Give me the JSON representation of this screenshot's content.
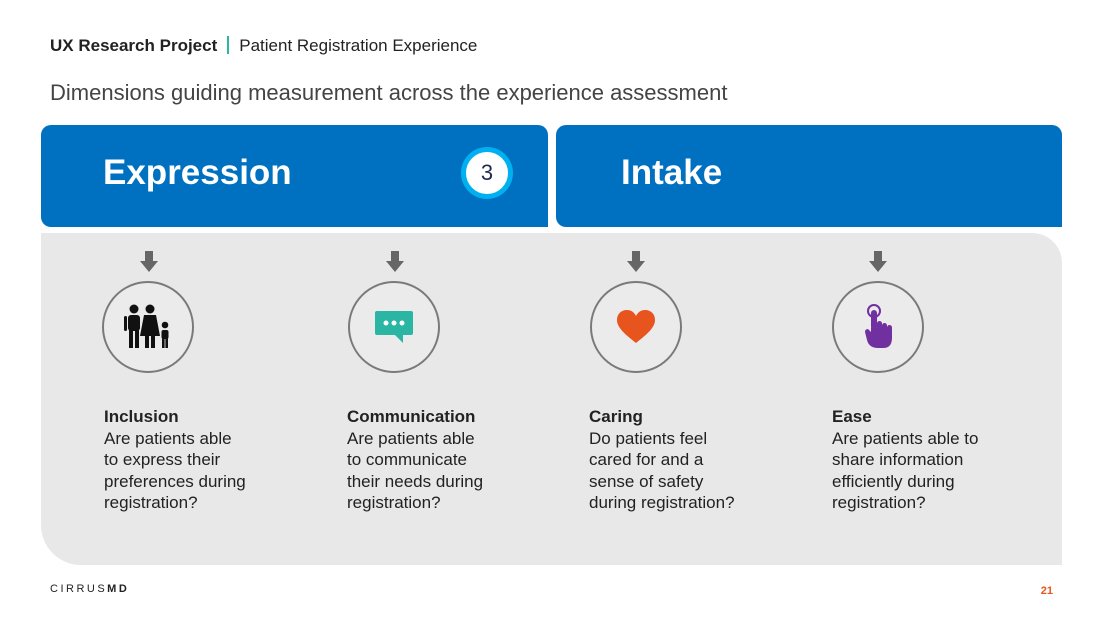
{
  "header": {
    "project": "UX Research Project",
    "separator_color": "#2bb6a3",
    "topic": "Patient Registration Experience"
  },
  "subtitle": "Dimensions guiding measurement across the experience assessment",
  "banners": {
    "left_title": "Expression",
    "right_title": "Intake",
    "badge": "3",
    "color": "#0070c0",
    "badge_ring_color": "#00b0f0"
  },
  "items": [
    {
      "heading": "Inclusion",
      "lines": [
        "Are patients able",
        "to express their",
        "preferences during",
        "registration?"
      ],
      "icon": "family-icon"
    },
    {
      "heading": "Communication",
      "lines": [
        "Are patients able",
        "to communicate",
        "their needs during",
        "registration?"
      ],
      "icon": "chat-bubble-icon"
    },
    {
      "heading": "Caring",
      "lines": [
        "Do patients feel",
        "cared for and a",
        "sense of safety",
        "during registration?"
      ],
      "icon": "heart-icon"
    },
    {
      "heading": "Ease",
      "lines": [
        "Are patients able to",
        "share information",
        "efficiently during",
        "registration?"
      ],
      "icon": "touch-hand-icon"
    }
  ],
  "footer": {
    "logo_light": "CIRRUS",
    "logo_bold": "MD",
    "page_number": "21",
    "page_number_color": "#e8541e"
  }
}
